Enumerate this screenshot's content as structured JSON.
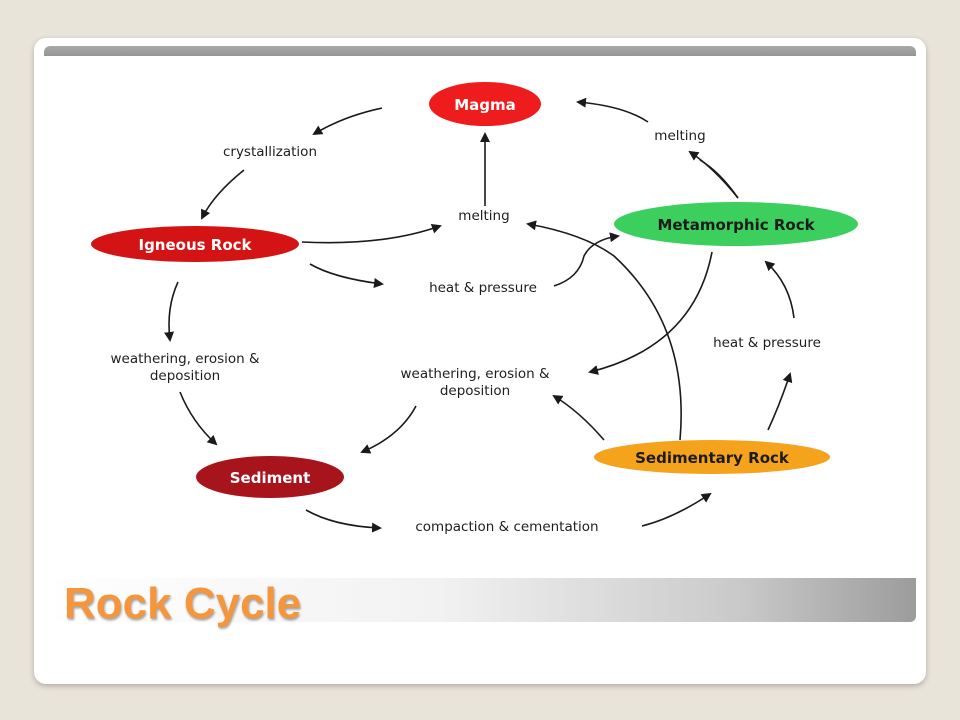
{
  "slide": {
    "title": "Rock Cycle"
  },
  "diagram": {
    "nodes": [
      {
        "id": "magma",
        "label": "Magma",
        "color": "#ee1c1c"
      },
      {
        "id": "igneous",
        "label": "Igneous Rock",
        "color": "#d41414"
      },
      {
        "id": "metamorphic",
        "label": "Metamorphic Rock",
        "color": "#3ccf5e"
      },
      {
        "id": "sediment",
        "label": "Sediment",
        "color": "#a8141c"
      },
      {
        "id": "sedimentary",
        "label": "Sedimentary Rock",
        "color": "#f5a21c"
      }
    ],
    "processes": {
      "crystallization": "crystallization",
      "melting_center": "melting",
      "melting_right": "melting",
      "heat_pressure_center": "heat & pressure",
      "heat_pressure_right": "heat & pressure",
      "weathering_left": [
        "weathering, erosion &",
        "deposition"
      ],
      "weathering_center": [
        "weathering, erosion &",
        "deposition"
      ],
      "compaction": "compaction & cementation"
    }
  }
}
